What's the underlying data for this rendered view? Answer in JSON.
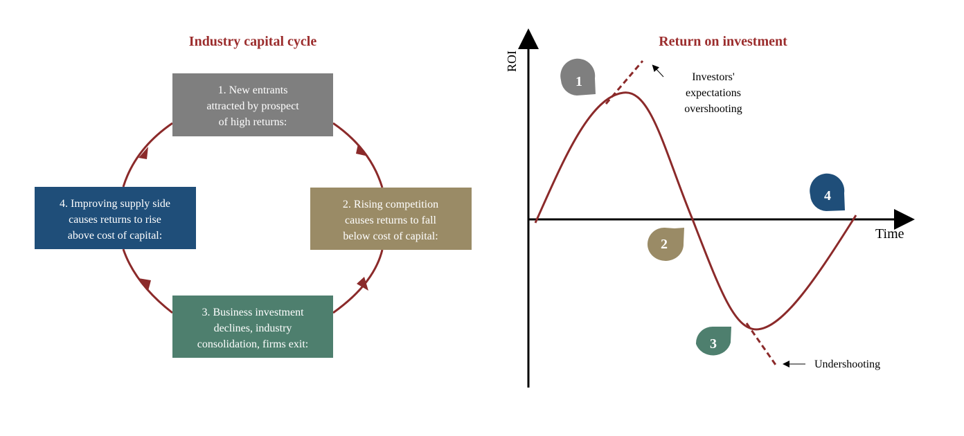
{
  "left": {
    "title": "Industry capital cycle",
    "boxes": [
      {
        "lines": [
          "1. New entrants",
          "attracted by prospect",
          "of high returns:"
        ],
        "color": "#7f7f7f"
      },
      {
        "lines": [
          "2. Rising competition",
          "causes returns to fall",
          "below cost of capital:"
        ],
        "color": "#9a8b66"
      },
      {
        "lines": [
          "3. Business investment",
          "declines, industry",
          "consolidation, firms exit:"
        ],
        "color": "#4e7f6e"
      },
      {
        "lines": [
          "4. Improving supply side",
          "causes returns to rise",
          "above cost of capital:"
        ],
        "color": "#1f4e79"
      }
    ]
  },
  "right": {
    "title": "Return on investment",
    "y_label": "ROI",
    "x_label": "Time",
    "annotation_over": [
      "Investors'",
      "expectations",
      "overshooting"
    ],
    "annotation_under": "Undershooting",
    "markers": [
      "1",
      "2",
      "3",
      "4"
    ]
  },
  "colors": {
    "accent": "#8b2a2a",
    "title": "#9b2d2d"
  }
}
